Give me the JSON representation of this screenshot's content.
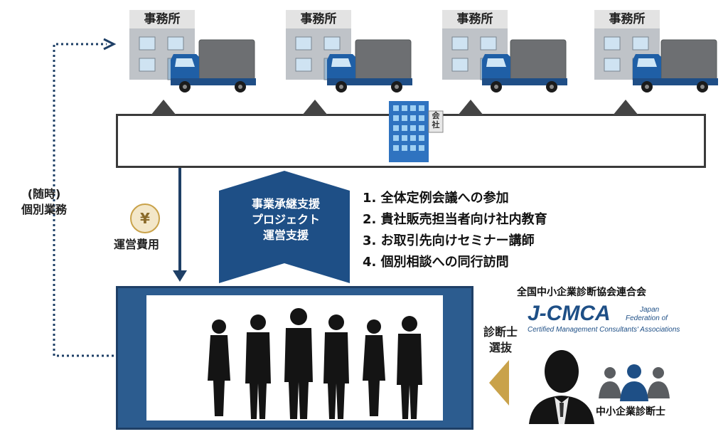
{
  "offices": [
    {
      "label": "事務所"
    },
    {
      "label": "事務所"
    },
    {
      "label": "事務所"
    },
    {
      "label": "事務所"
    }
  ],
  "company_sign": "会社",
  "side_label": {
    "line1": "(随時)",
    "line2": "個別業務"
  },
  "yen_symbol": "¥",
  "fee_label": "運営費用",
  "project_label": {
    "line1": "事業承継支援",
    "line2": "プロジェクト",
    "line3": "運営支援"
  },
  "support_items": [
    "1. 全体定例会議への参加",
    "2. 貴社販売担当者向け社内教育",
    "3. お取引先向けセミナー講師",
    "4. 個別相談への同行訪問"
  ],
  "federation": {
    "name": "全国中小企業診断協会連合会",
    "logo_text": "J-CMCA",
    "english_line1": "Japan",
    "english_line2": "Federation of",
    "english_line3": "Certified Management Consultants' Associations"
  },
  "selection_label": {
    "line1": "診断士",
    "line2": "選抜"
  },
  "consultant_label": "中小企業診断士",
  "colors": {
    "navy": "#1e4f86",
    "dark": "#3a3a3a",
    "gold": "#c9a24a"
  }
}
